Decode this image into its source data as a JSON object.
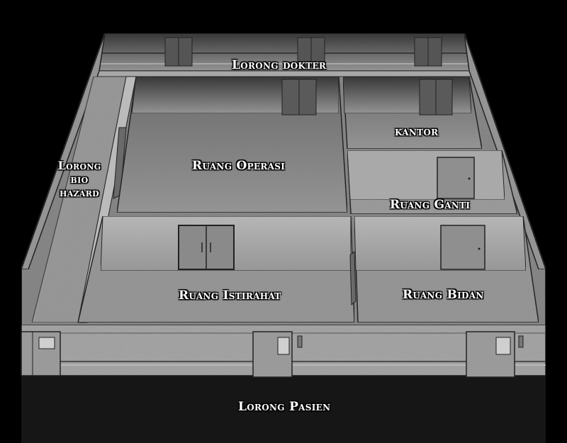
{
  "labels": {
    "lorong_dokter": "Lorong dokter",
    "kantor": "kantor",
    "lorong_bio_1": "Lorong",
    "lorong_bio_2": "bio",
    "lorong_bio_3": "hazard",
    "ruang_operasi": "Ruang Operasi",
    "ruang_ganti": "Ruang Ganti",
    "ruang_istirahat": "Ruang Istirahat",
    "ruang_bidan": "Ruang Bidan",
    "lorong_pasien": "Lorong Pasien"
  }
}
